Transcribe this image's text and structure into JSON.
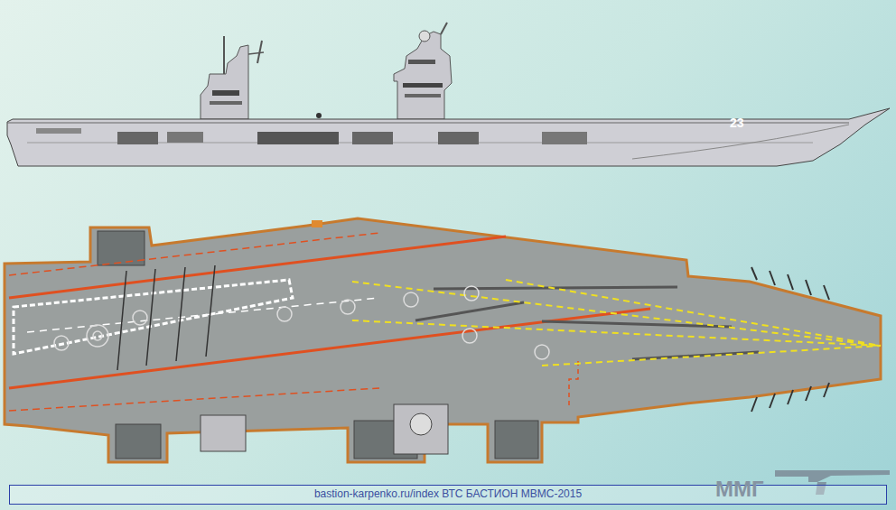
{
  "diagram": {
    "caption": "bastion-karpenko.ru/index ВТС БАСТИОН МВМС-2015",
    "labels": [
      "23",
      "ММГ"
    ]
  }
}
